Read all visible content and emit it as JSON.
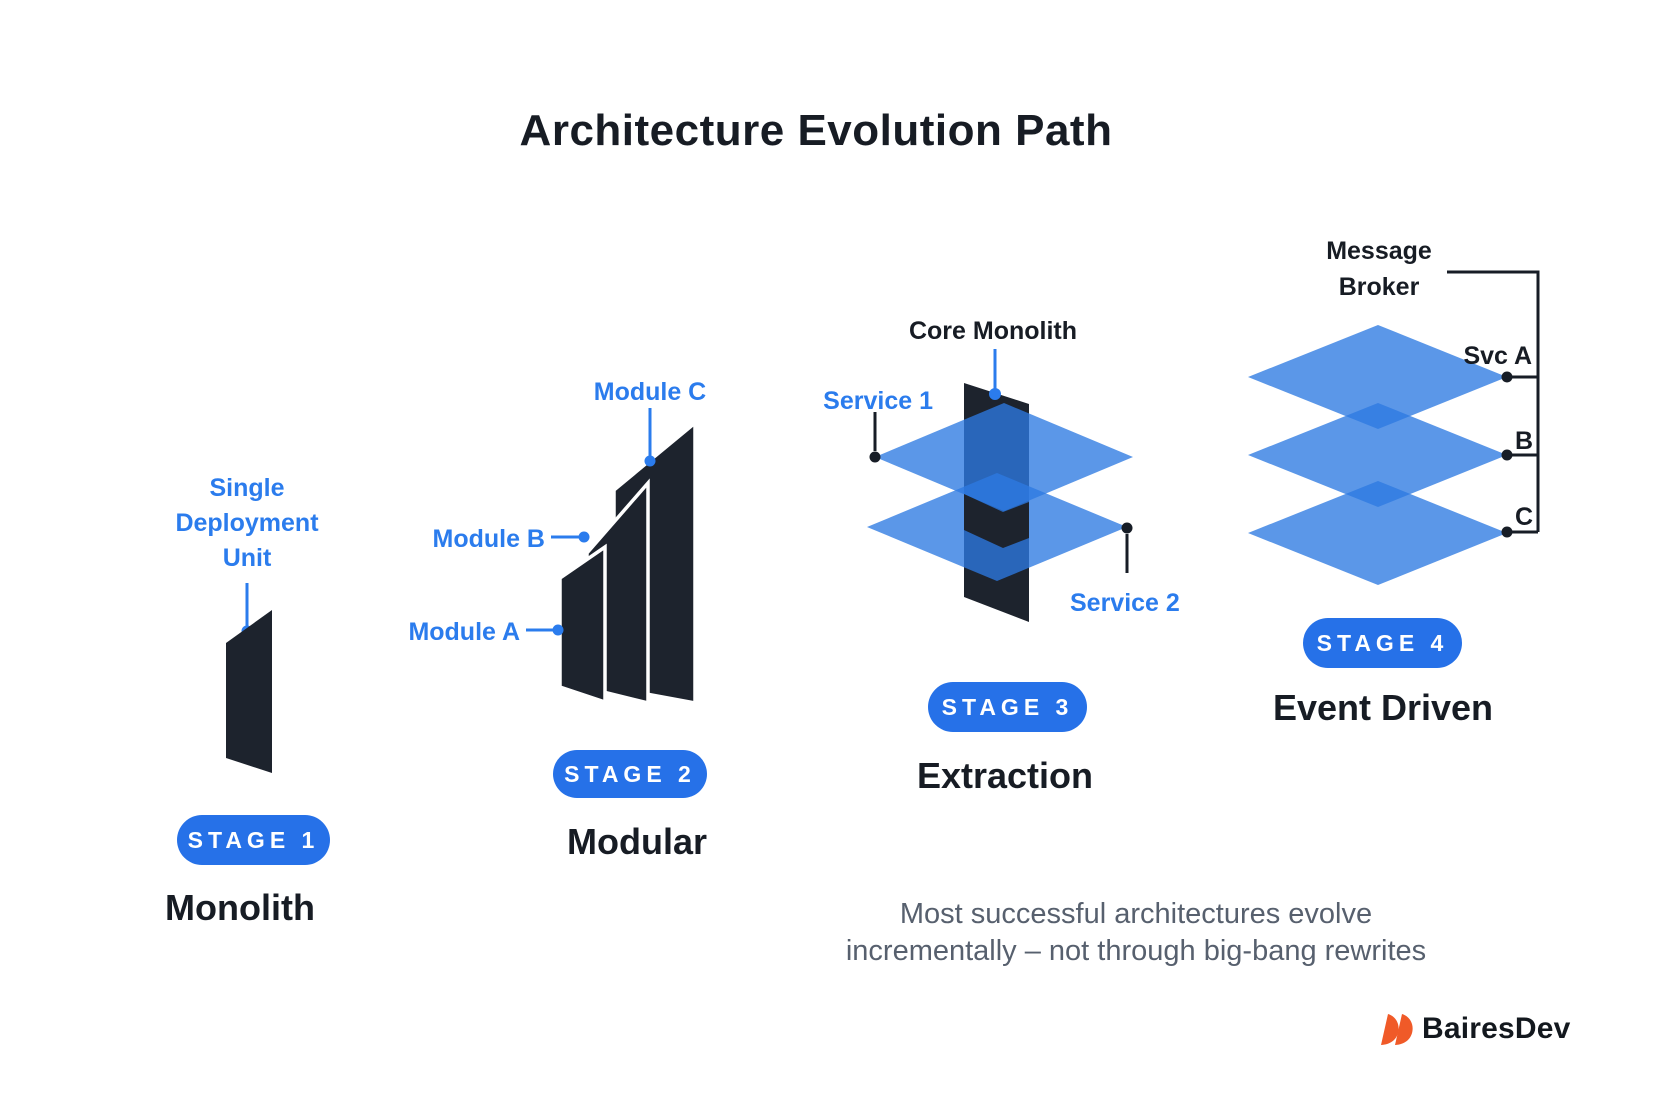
{
  "title": "Architecture Evolution Path",
  "stage1": {
    "badge": "STAGE 1",
    "title": "Monolith",
    "label_lines": [
      "Single",
      "Deployment",
      "Unit"
    ]
  },
  "stage2": {
    "badge": "STAGE 2",
    "title": "Modular",
    "module_a": "Module A",
    "module_b": "Module B",
    "module_c": "Module C"
  },
  "stage3": {
    "badge": "STAGE 3",
    "title": "Extraction",
    "core_label": "Core Monolith",
    "service1": "Service 1",
    "service2": "Service 2"
  },
  "stage4": {
    "badge": "STAGE 4",
    "title": "Event Driven",
    "broker_lines": [
      "Message",
      "Broker"
    ],
    "svc_a": "Svc A",
    "svc_b": "B",
    "svc_c": "C"
  },
  "caption": {
    "lines": [
      "Most successful architectures evolve",
      "incrementally – not through big-bang rewrites"
    ]
  },
  "logo": {
    "text": "BairesDev"
  },
  "colors": {
    "accent_blue": "#2671e8",
    "label_blue": "#2b7ced",
    "slab_dark": "#1d232d",
    "diamond_blue": "#2d7ae2",
    "caption_gray": "#57606e",
    "logo_orange": "#f05a28"
  }
}
